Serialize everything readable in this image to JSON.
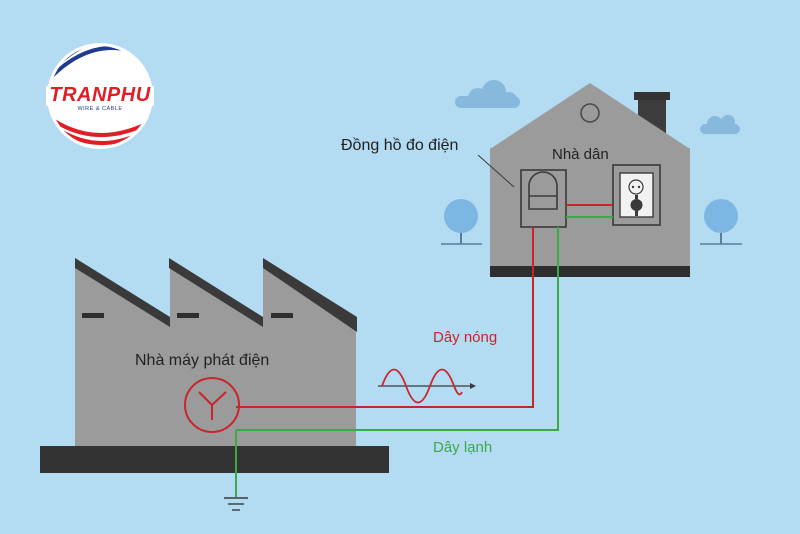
{
  "logo": {
    "brand": "TRANPHU",
    "tagline": "WIRE & CABLE"
  },
  "labels": {
    "meter": "Đồng hồ đo điện",
    "house": "Nhà dân",
    "plant": "Nhà máy phát điện",
    "hot_wire": "Dây nóng",
    "neutral_wire": "Dây lạnh"
  },
  "colors": {
    "background": "#b3dbf2",
    "building": "#9b9b9b",
    "roof": "#3f3f3f",
    "hot_wire": "#c8252b",
    "neutral_wire": "#3aaa48",
    "logo_red": "#e11d26",
    "logo_blue": "#1f3a8f"
  },
  "icons": {
    "generator": "generator-symbol-icon",
    "ground": "ground-icon",
    "wave": "sine-wave-icon",
    "meter": "electric-meter-icon",
    "socket": "wall-socket-icon"
  }
}
